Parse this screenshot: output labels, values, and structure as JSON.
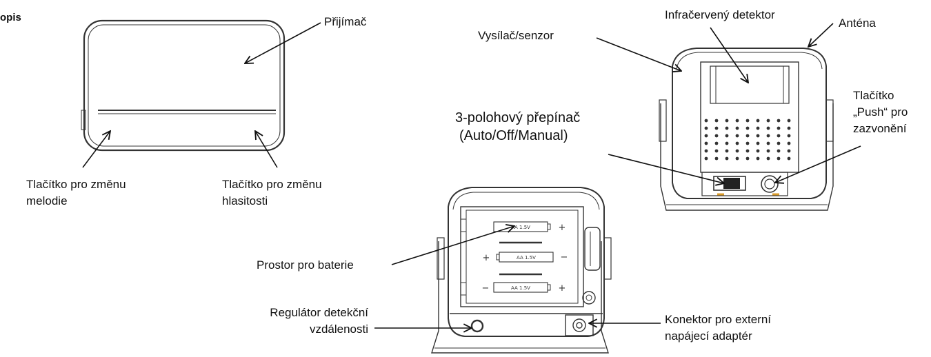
{
  "section_heading": "opis",
  "labels": {
    "receiver": "Přijímač",
    "melody_button": [
      "Tlačítko pro změnu",
      "melodie"
    ],
    "volume_button": [
      "Tlačítko pro změnu",
      "hlasitosti"
    ],
    "transmitter": "Vysílač/senzor",
    "ir_detector": "Infračervený detektor",
    "antenna": "Anténa",
    "push_button": [
      "Tlačítko",
      "„Push“ pro",
      "zazvonění"
    ],
    "switch": [
      "3-polohový přepínač",
      "(Auto/Off/Manual)"
    ],
    "battery": "Prostor pro baterie",
    "range_regulator": [
      "Regulátor detekční",
      "vzdálenosti"
    ],
    "connector": [
      "Konektor pro externí",
      "napájecí adaptér"
    ]
  },
  "battery_text": "AA 1.5V"
}
